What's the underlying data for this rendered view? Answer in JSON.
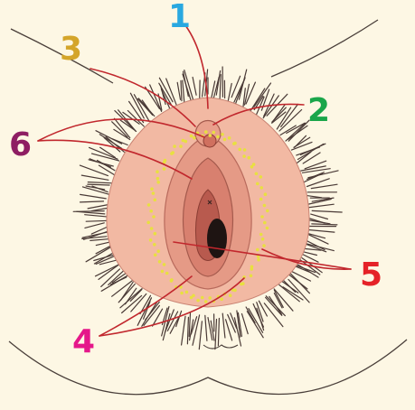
{
  "labels": [
    {
      "id": "1",
      "text": "1",
      "color": "#29a8e0"
    },
    {
      "id": "2",
      "text": "2",
      "color": "#1aa64a"
    },
    {
      "id": "3",
      "text": "3",
      "color": "#d4a52a"
    },
    {
      "id": "4",
      "text": "4",
      "color": "#e5178a"
    },
    {
      "id": "5",
      "text": "5",
      "color": "#e52228"
    },
    {
      "id": "6",
      "text": "6",
      "color": "#8e1e63"
    }
  ],
  "colors": {
    "background": "#fdf7e4",
    "skin": "#f2b9a3",
    "skin_dark": "#e28c7a",
    "inner": "#d8806f",
    "hair": "#4a3a36",
    "leader": "#c1272d",
    "dots": "#e8e040",
    "outline": "#4a3f3a"
  }
}
